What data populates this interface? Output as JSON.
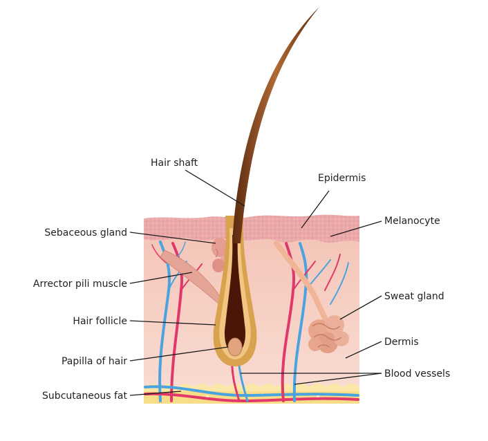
{
  "labels": {
    "hair_shaft": "Hair shaft",
    "epidermis": "Epidermis",
    "melanocyte": "Melanocyte",
    "sebaceous_gland": "Sebaceous gland",
    "arrector_pili_muscle": "Arrector pili muscle",
    "sweat_gland": "Sweat gland",
    "hair_follicle": "Hair follicle",
    "dermis": "Dermis",
    "papilla_of_hair": "Papilla of hair",
    "blood_vessels": "Blood vessels",
    "subcutaneous_fat": "Subcutaneous fat"
  },
  "colors": {
    "epidermis": "#ecaaaa",
    "dermis": "#f6cfc4",
    "fat": "#f7dd88",
    "hair": "#8a4a22",
    "follicle_outer": "#d9a24f",
    "bulb_inner": "#4a1608",
    "artery": "#e0386a",
    "vein": "#4aa3df",
    "gland": "#e8a68c"
  }
}
